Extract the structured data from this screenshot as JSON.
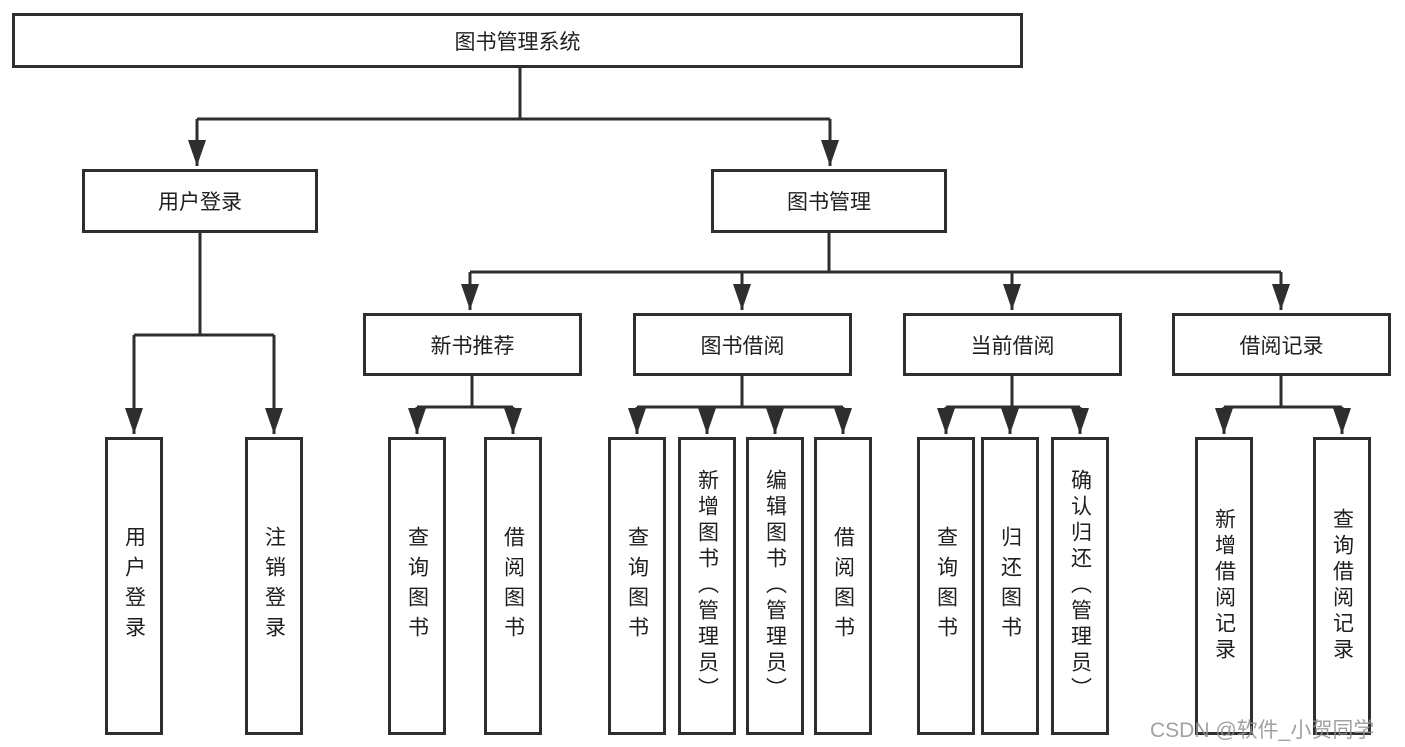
{
  "diagram_title": "图书管理系统",
  "tree": {
    "root": {
      "label": "图书管理系统"
    },
    "level2": [
      {
        "label": "用户登录"
      },
      {
        "label": "图书管理"
      }
    ],
    "level3": [
      {
        "label": "新书推荐",
        "parent": "图书管理"
      },
      {
        "label": "图书借阅",
        "parent": "图书管理"
      },
      {
        "label": "当前借阅",
        "parent": "图书管理"
      },
      {
        "label": "借阅记录",
        "parent": "图书管理"
      }
    ],
    "leaves": [
      {
        "label": "用户登录",
        "parent": "用户登录"
      },
      {
        "label": "注销登录",
        "parent": "用户登录"
      },
      {
        "label": "查询图书",
        "parent": "新书推荐"
      },
      {
        "label": "借阅图书",
        "parent": "新书推荐"
      },
      {
        "label": "查询图书",
        "parent": "图书借阅"
      },
      {
        "label": "新增图书（管理员）",
        "parent": "图书借阅"
      },
      {
        "label": "编辑图书（管理员）",
        "parent": "图书借阅"
      },
      {
        "label": "借阅图书",
        "parent": "图书借阅"
      },
      {
        "label": "查询图书",
        "parent": "当前借阅"
      },
      {
        "label": "归还图书",
        "parent": "当前借阅"
      },
      {
        "label": "确认归还（管理员）",
        "parent": "当前借阅"
      },
      {
        "label": "新增借阅记录",
        "parent": "借阅记录"
      },
      {
        "label": "查询借阅记录",
        "parent": "借阅记录"
      }
    ]
  },
  "colors": {
    "line": "#2e2e2e",
    "text": "#1f1f1f",
    "background": "#ffffff",
    "watermark": "#919191"
  },
  "watermark": {
    "text": "CSDN @软件_小贺同学"
  }
}
